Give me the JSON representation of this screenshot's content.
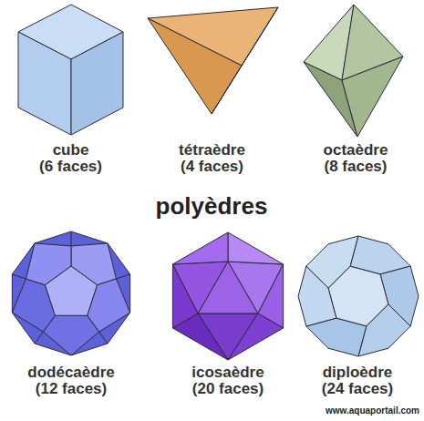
{
  "diagram": {
    "title": "polyèdres",
    "nodes": [
      {
        "text": [
          "cube",
          "(6 faces)"
        ]
      },
      {
        "text": [
          "tétraèdre",
          "(4 faces)"
        ]
      },
      {
        "text": [
          "octaèdre",
          "(8 faces)"
        ]
      },
      {
        "text": [
          "dodécaèdre",
          "(12 faces)"
        ]
      },
      {
        "text": [
          "icosaèdre",
          "(20 faces)"
        ]
      },
      {
        "text": [
          "diploèdre",
          "(24 faces)"
        ]
      }
    ],
    "labels": [
      "www.aquaportail.com"
    ]
  }
}
